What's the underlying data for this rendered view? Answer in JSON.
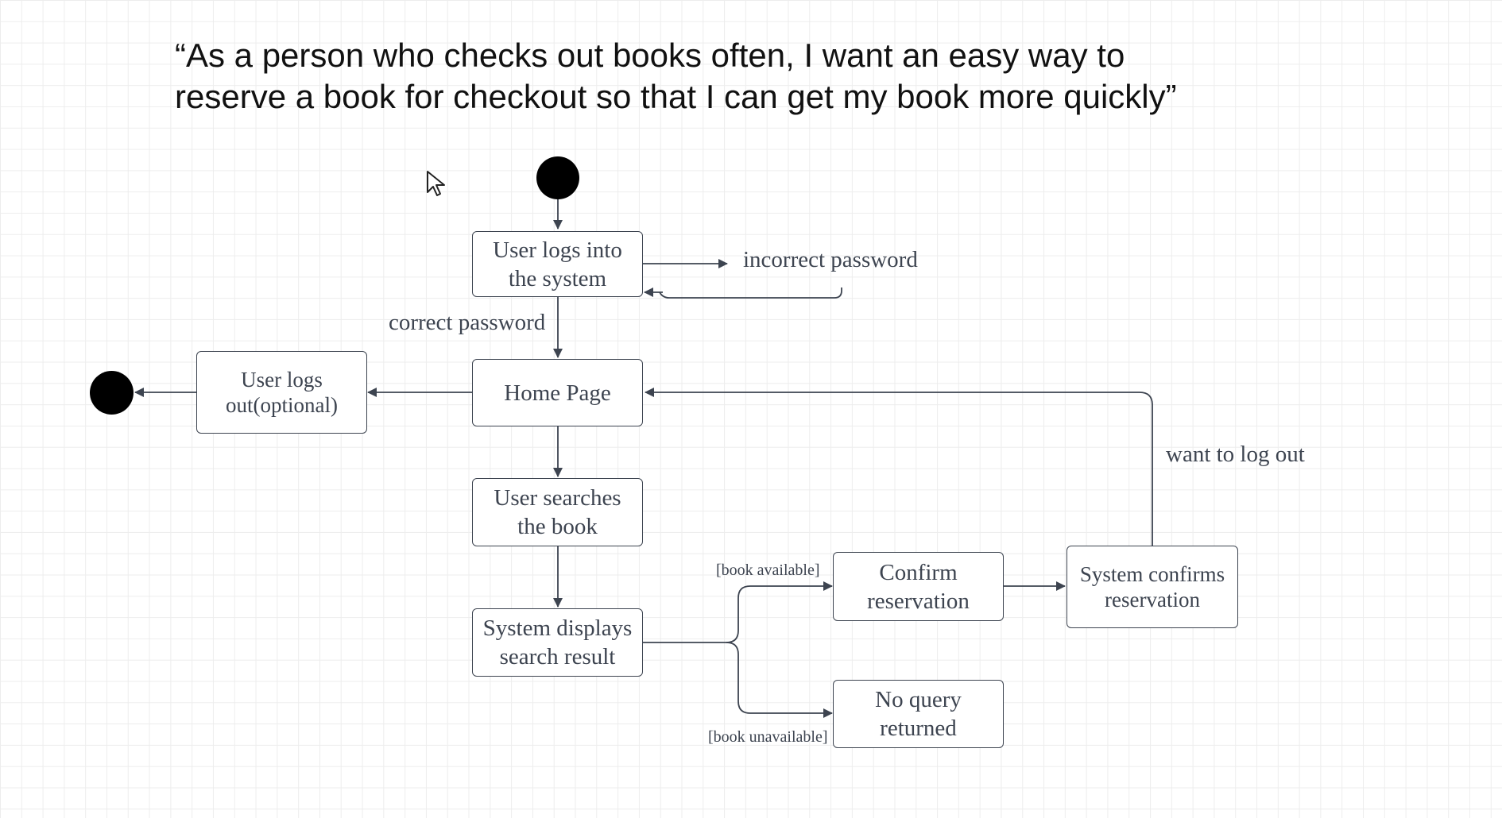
{
  "quote": {
    "line1": "“As a person who checks out books often, I want an easy way to",
    "line2": "reserve a book for checkout so that I can get my book more quickly”"
  },
  "nodes": {
    "login": {
      "line1": "User logs into",
      "line2": "the system"
    },
    "home": {
      "label": "Home Page"
    },
    "logout": {
      "line1": "User logs",
      "line2": "out(optional)"
    },
    "search": {
      "line1": "User searches",
      "line2": "the book"
    },
    "results": {
      "line1": "System displays",
      "line2": "search result"
    },
    "confirm": {
      "line1": "Confirm",
      "line2": "reservation"
    },
    "noquery": {
      "line1": "No query",
      "line2": "returned"
    },
    "sysconfirm": {
      "line1": "System confirms",
      "line2": "reservation"
    }
  },
  "edge_labels": {
    "incorrect": "incorrect password",
    "correct": "correct password",
    "available": "[book available]",
    "unavailable": "[book unavailable]",
    "logout": "want to log out"
  },
  "colors": {
    "stroke": "#3d4450",
    "text": "#3d4450",
    "quote_text": "#111111",
    "grid": "#ededed",
    "node_fill": "#000000"
  },
  "icons": {
    "cursor": "mouse-pointer-icon"
  }
}
